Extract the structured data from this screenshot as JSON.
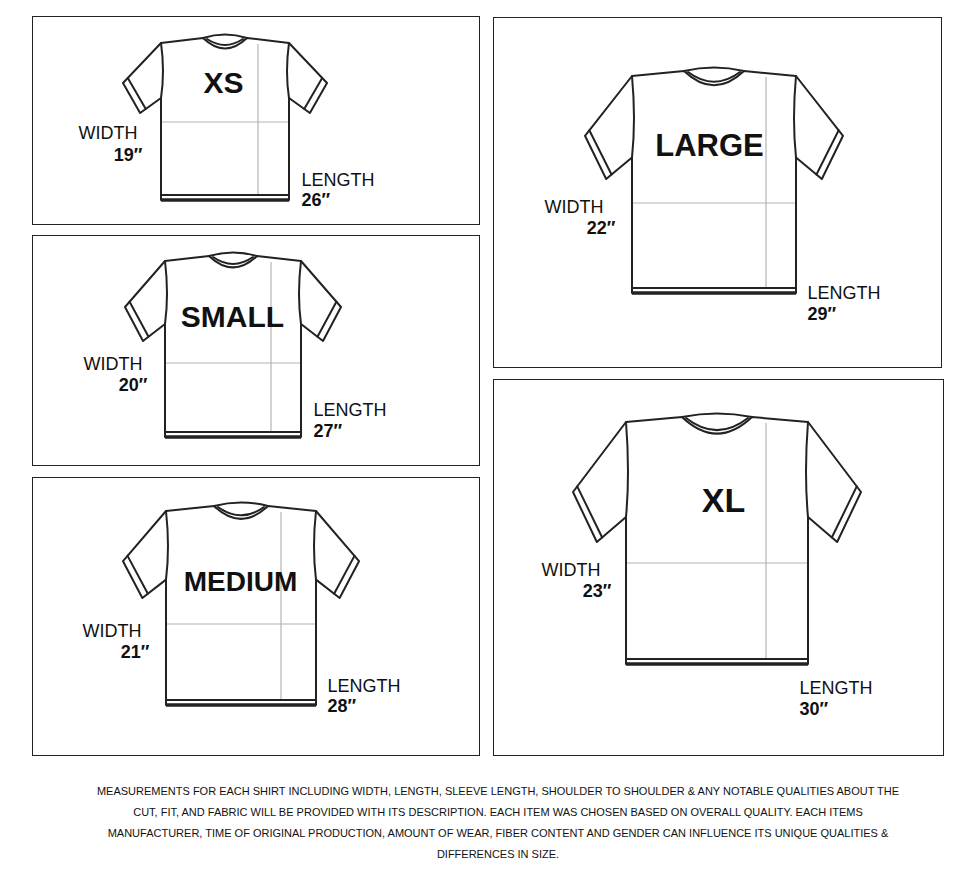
{
  "diagram": {
    "caption": "MEASUREMENTS FOR EACH SHIRT INCLUDING WIDTH, LENGTH, SLEEVE LENGTH, SHOULDER TO SHOULDER & ANY NOTABLE QUALITIES ABOUT THE CUT, FIT, AND FABRIC WILL BE PROVIDED WITH ITS DESCRIPTION. EACH ITEM WAS CHOSEN BASED ON OVERALL QUALITY. EACH ITEMS MANUFACTURER, TIME OF ORIGINAL PRODUCTION, AMOUNT OF WEAR, FIBER CONTENT AND GENDER CAN INFLUENCE ITS UNIQUE QUALITIES & DIFFERENCES IN SIZE.",
    "nodes": [
      {
        "text": [
          "XS",
          "WIDTH",
          "19″",
          "LENGTH",
          "26″"
        ]
      },
      {
        "text": [
          "SMALL",
          "WIDTH",
          "20″",
          "LENGTH",
          "27″"
        ]
      },
      {
        "text": [
          "MEDIUM",
          "WIDTH",
          "21″",
          "LENGTH",
          "28″"
        ]
      },
      {
        "text": [
          "LARGE",
          "WIDTH",
          "22″",
          "LENGTH",
          "29″"
        ]
      },
      {
        "text": [
          "XL",
          "WIDTH",
          "23″",
          "LENGTH",
          "30″"
        ]
      }
    ]
  }
}
